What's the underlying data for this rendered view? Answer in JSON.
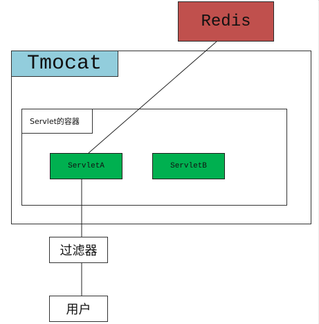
{
  "diagram": {
    "nodes": {
      "redis": {
        "label": "Redis",
        "fill": "#c0504d"
      },
      "tomcat": {
        "label": "Tmocat",
        "fill": "#92cddc"
      },
      "servlet_container": {
        "label": "Servlet的容器"
      },
      "servlet_a": {
        "label": "ServletA",
        "fill": "#00b050"
      },
      "servlet_b": {
        "label": "ServletB",
        "fill": "#00b050"
      },
      "filter": {
        "label": "过滤器"
      },
      "user": {
        "label": "用户"
      }
    },
    "edges": [
      {
        "from": "servlet_a",
        "to": "redis"
      },
      {
        "from": "servlet_a",
        "to": "filter"
      },
      {
        "from": "filter",
        "to": "user"
      }
    ],
    "line_color": "#222222"
  }
}
